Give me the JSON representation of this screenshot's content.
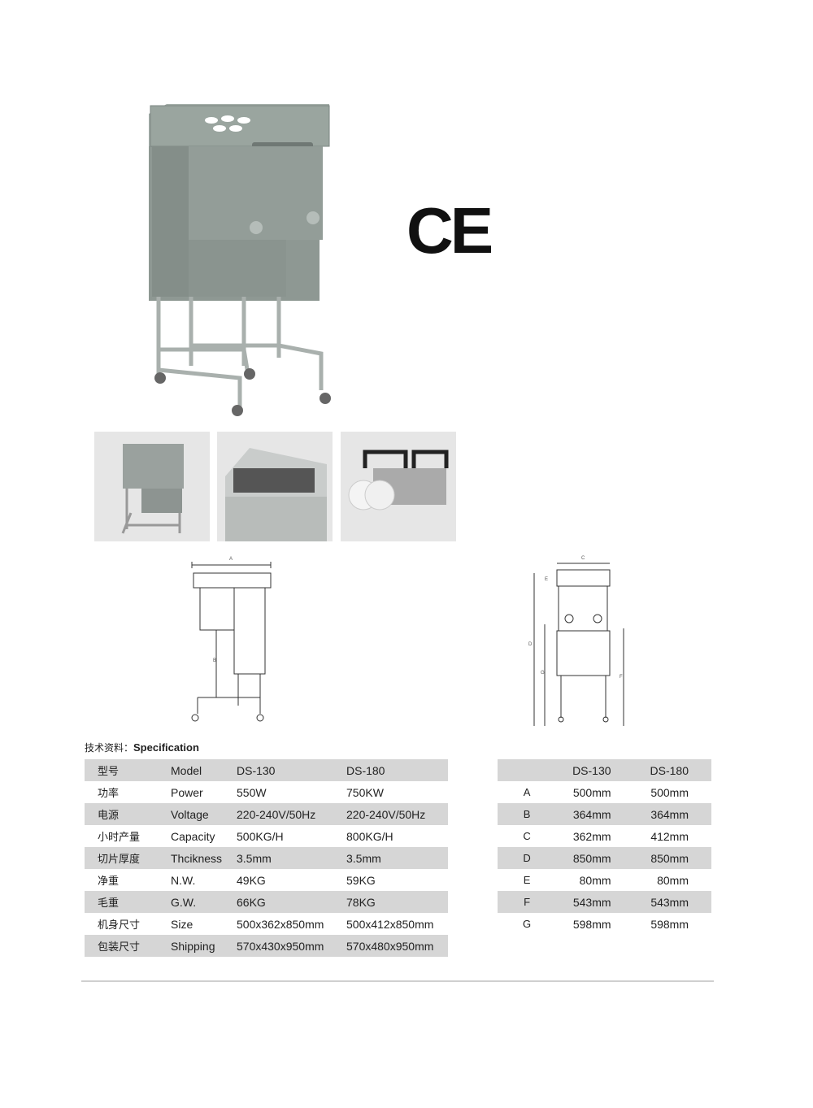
{
  "ce_mark": "CE",
  "spec_heading": {
    "cn": "技术资料：",
    "en": "Specification"
  },
  "spec_table": [
    {
      "cn": "型号",
      "en": "Model",
      "ds130": "DS-130",
      "ds180": "DS-180"
    },
    {
      "cn": "功率",
      "en": "Power",
      "ds130": "550W",
      "ds180": "750KW"
    },
    {
      "cn": "电源",
      "en": "Voltage",
      "ds130": "220-240V/50Hz",
      "ds180": "220-240V/50Hz"
    },
    {
      "cn": "小时产量",
      "en": "Capacity",
      "ds130": "500KG/H",
      "ds180": "800KG/H"
    },
    {
      "cn": "切片厚度",
      "en": "Thcikness",
      "ds130": "3.5mm",
      "ds180": "3.5mm"
    },
    {
      "cn": "净重",
      "en": "N.W.",
      "ds130": "49KG",
      "ds180": "59KG"
    },
    {
      "cn": "毛重",
      "en": "G.W.",
      "ds130": "66KG",
      "ds180": "78KG"
    },
    {
      "cn": "机身尺寸",
      "en": "Size",
      "ds130": "500x362x850mm",
      "ds180": "500x412x850mm"
    },
    {
      "cn": "包装尺寸",
      "en": "Shipping",
      "ds130": "570x430x950mm",
      "ds180": "570x480x950mm"
    }
  ],
  "dim_table": {
    "header": [
      "",
      "DS-130",
      "DS-180"
    ],
    "rows": [
      {
        "label": "A",
        "ds130": "500mm",
        "ds180": "500mm"
      },
      {
        "label": "B",
        "ds130": "364mm",
        "ds180": "364mm"
      },
      {
        "label": "C",
        "ds130": "362mm",
        "ds180": "412mm"
      },
      {
        "label": "D",
        "ds130": "850mm",
        "ds180": "850mm"
      },
      {
        "label": "E",
        "ds130": "80mm",
        "ds180": "80mm"
      },
      {
        "label": "F",
        "ds130": "543mm",
        "ds180": "543mm"
      },
      {
        "label": "G",
        "ds130": "598mm",
        "ds180": "598mm"
      }
    ]
  },
  "drawing_labels": {
    "a": "A",
    "b": "B",
    "c": "C",
    "d": "D",
    "e": "E",
    "f": "F",
    "g": "G"
  }
}
